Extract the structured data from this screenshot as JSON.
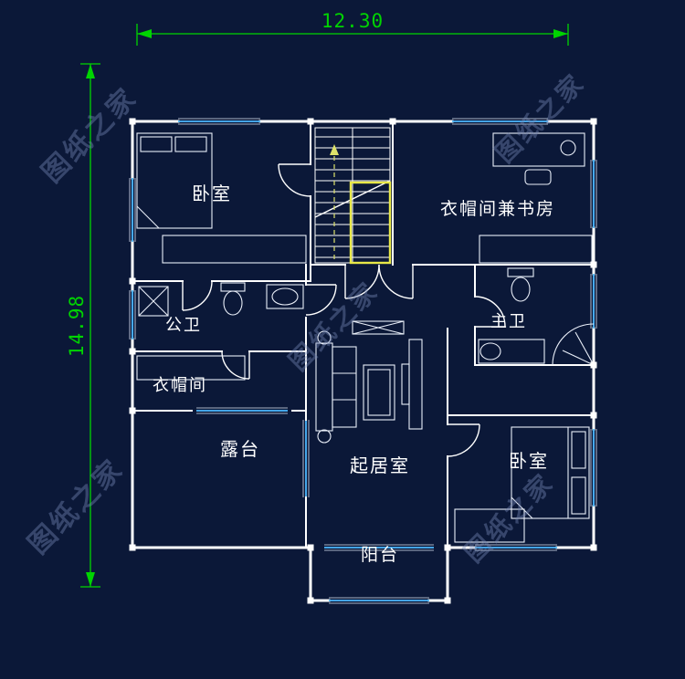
{
  "app": {
    "type": "cad-floor-plan-screenshot",
    "background": "#0b1838"
  },
  "watermark": {
    "text": "图纸之家"
  },
  "dimensions": {
    "width": "12.30",
    "height": "14.98"
  },
  "rooms": {
    "bedroom_top_left": "卧室",
    "wardrobe_study": "衣帽间兼书房",
    "public_bathroom": "公卫",
    "master_bathroom": "主卫",
    "cloakroom": "衣帽间",
    "terrace": "露台",
    "living_room": "起居室",
    "bedroom_bottom_right": "卧室",
    "balcony": "阳台"
  },
  "colors": {
    "wall": "#ffffff",
    "window": "#4db8ff",
    "dimension_green": "#00d400",
    "stair_highlight": "#e8e848",
    "watermark": "#7487b5",
    "background": "#0b1838"
  }
}
